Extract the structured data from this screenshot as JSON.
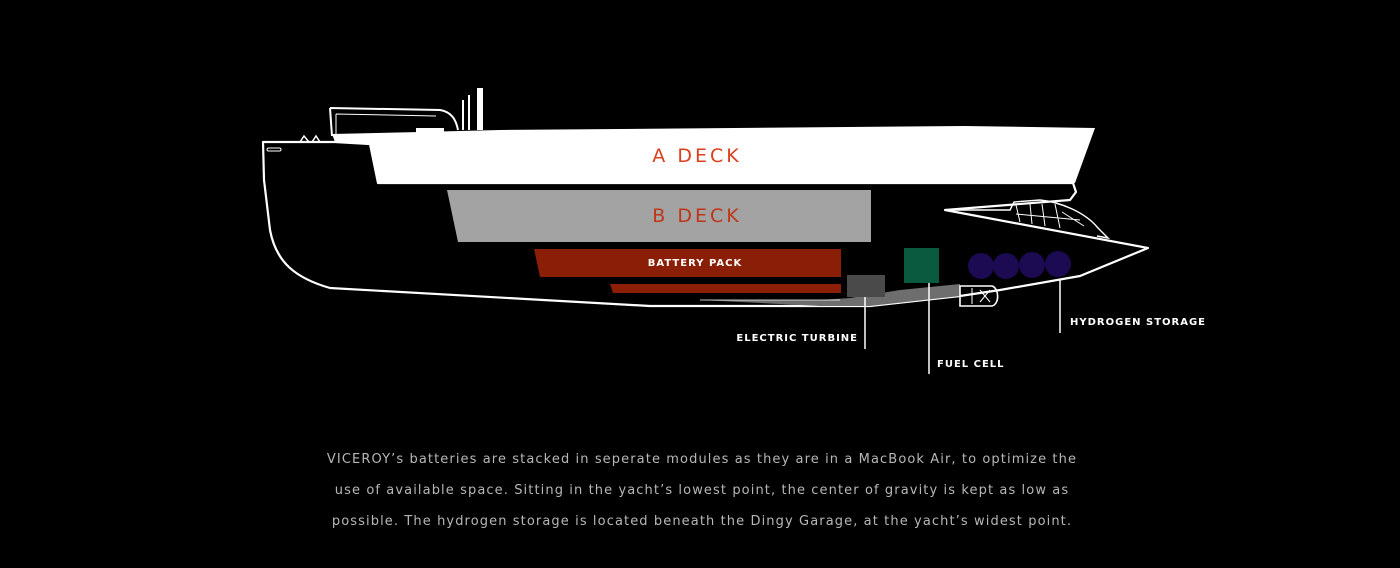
{
  "diagram": {
    "labels": {
      "a_deck": "A DECK",
      "b_deck": "B DECK",
      "battery_pack": "BATTERY PACK",
      "electric_turbine": "ELECTRIC TURBINE",
      "fuel_cell": "FUEL CELL",
      "hydrogen_storage": "HYDROGEN STORAGE"
    },
    "colors": {
      "background": "#000000",
      "hull_outline": "#ffffff",
      "a_deck_fill": "#ffffff",
      "b_deck_fill": "#a3a3a3",
      "deck_label": "#d9401e",
      "battery_pack": "#8a1e06",
      "electric_turbine": "#4a4a4a",
      "fuel_cell": "#0a5a3f",
      "hydrogen_storage": "#1c0a52",
      "caption_text": "#b7b7b7"
    }
  },
  "caption": {
    "line1": "VICEROY’s batteries are stacked in seperate modules as they are in a MacBook Air, to optimize the",
    "line2": "use of available space. Sitting in the yacht’s lowest point, the center of gravity is kept as low as",
    "line3": "possible. The hydrogen storage is located beneath the Dingy Garage, at the yacht’s widest point."
  }
}
